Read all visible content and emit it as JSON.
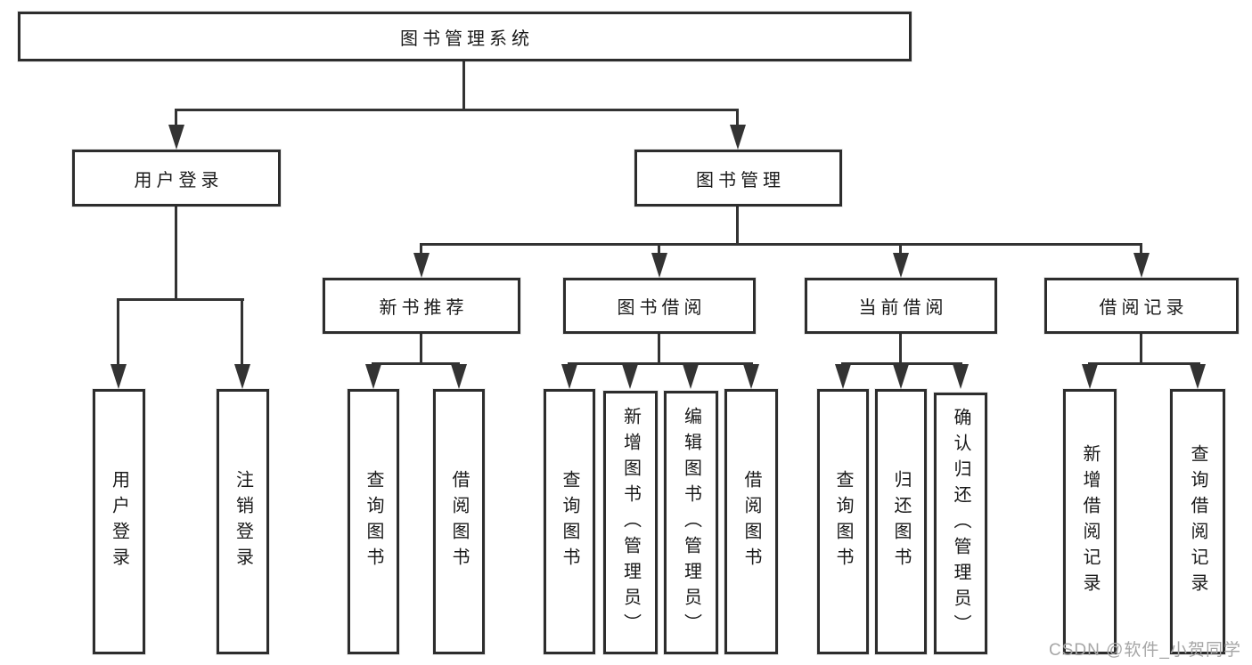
{
  "diagram_title": "图书管理系统",
  "colors": {
    "background": "#ffffff",
    "line": "#333333",
    "border": "#2d2d2d",
    "text": "#1a1a1a",
    "watermark": "#a6a6a6"
  },
  "nodes": {
    "root": {
      "label": "图书管理系统"
    },
    "user_login": {
      "label": "用户登录"
    },
    "book_mgmt": {
      "label": "图书管理"
    },
    "new_book_rec": {
      "label": "新书推荐"
    },
    "book_borrow": {
      "label": "图书借阅"
    },
    "current_borrow": {
      "label": "当前借阅"
    },
    "borrow_records": {
      "label": "借阅记录"
    },
    "user_login_leaf": {
      "label": "用户登录"
    },
    "logout_leaf": {
      "label": "注销登录"
    },
    "rec_query_books": {
      "label": "查询图书"
    },
    "rec_borrow_books": {
      "label": "借阅图书"
    },
    "borrow_query_books": {
      "label": "查询图书"
    },
    "borrow_add_books": {
      "label": "新增图书（管理员）"
    },
    "borrow_edit_books": {
      "label": "编辑图书（管理员）"
    },
    "borrow_borrow_books": {
      "label": "借阅图书"
    },
    "current_query_books": {
      "label": "查询图书"
    },
    "current_return_books": {
      "label": "归还图书"
    },
    "current_confirm_return": {
      "label": "确认归还（管理员）"
    },
    "records_add_record": {
      "label": "新增借阅记录"
    },
    "records_query_record": {
      "label": "查询借阅记录"
    }
  },
  "edges": [
    {
      "from": "root",
      "to": "user_login"
    },
    {
      "from": "root",
      "to": "book_mgmt"
    },
    {
      "from": "user_login",
      "to": "user_login_leaf"
    },
    {
      "from": "user_login",
      "to": "logout_leaf"
    },
    {
      "from": "book_mgmt",
      "to": "new_book_rec"
    },
    {
      "from": "book_mgmt",
      "to": "book_borrow"
    },
    {
      "from": "book_mgmt",
      "to": "current_borrow"
    },
    {
      "from": "book_mgmt",
      "to": "borrow_records"
    },
    {
      "from": "new_book_rec",
      "to": "rec_query_books"
    },
    {
      "from": "new_book_rec",
      "to": "rec_borrow_books"
    },
    {
      "from": "book_borrow",
      "to": "borrow_query_books"
    },
    {
      "from": "book_borrow",
      "to": "borrow_add_books"
    },
    {
      "from": "book_borrow",
      "to": "borrow_edit_books"
    },
    {
      "from": "book_borrow",
      "to": "borrow_borrow_books"
    },
    {
      "from": "current_borrow",
      "to": "current_query_books"
    },
    {
      "from": "current_borrow",
      "to": "current_return_books"
    },
    {
      "from": "current_borrow",
      "to": "current_confirm_return"
    },
    {
      "from": "borrow_records",
      "to": "records_add_record"
    },
    {
      "from": "borrow_records",
      "to": "records_query_record"
    }
  ],
  "watermark": {
    "text": "CSDN @软件_小贺同学"
  }
}
